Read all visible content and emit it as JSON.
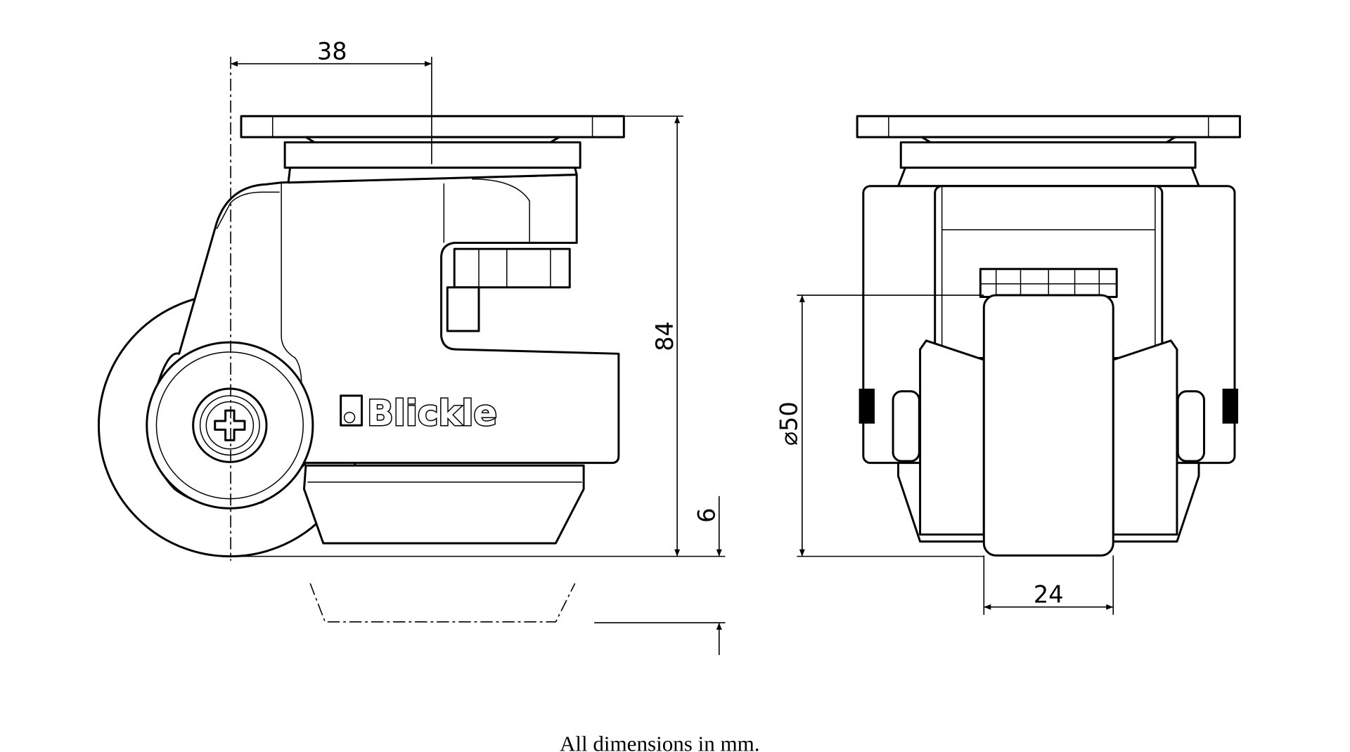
{
  "dimensions": {
    "offset": "38",
    "height": "84",
    "lift": "6",
    "wheel_diameter": "⌀50",
    "wheel_width": "24"
  },
  "brand": "Blickle",
  "footnote": "All dimensions in mm."
}
